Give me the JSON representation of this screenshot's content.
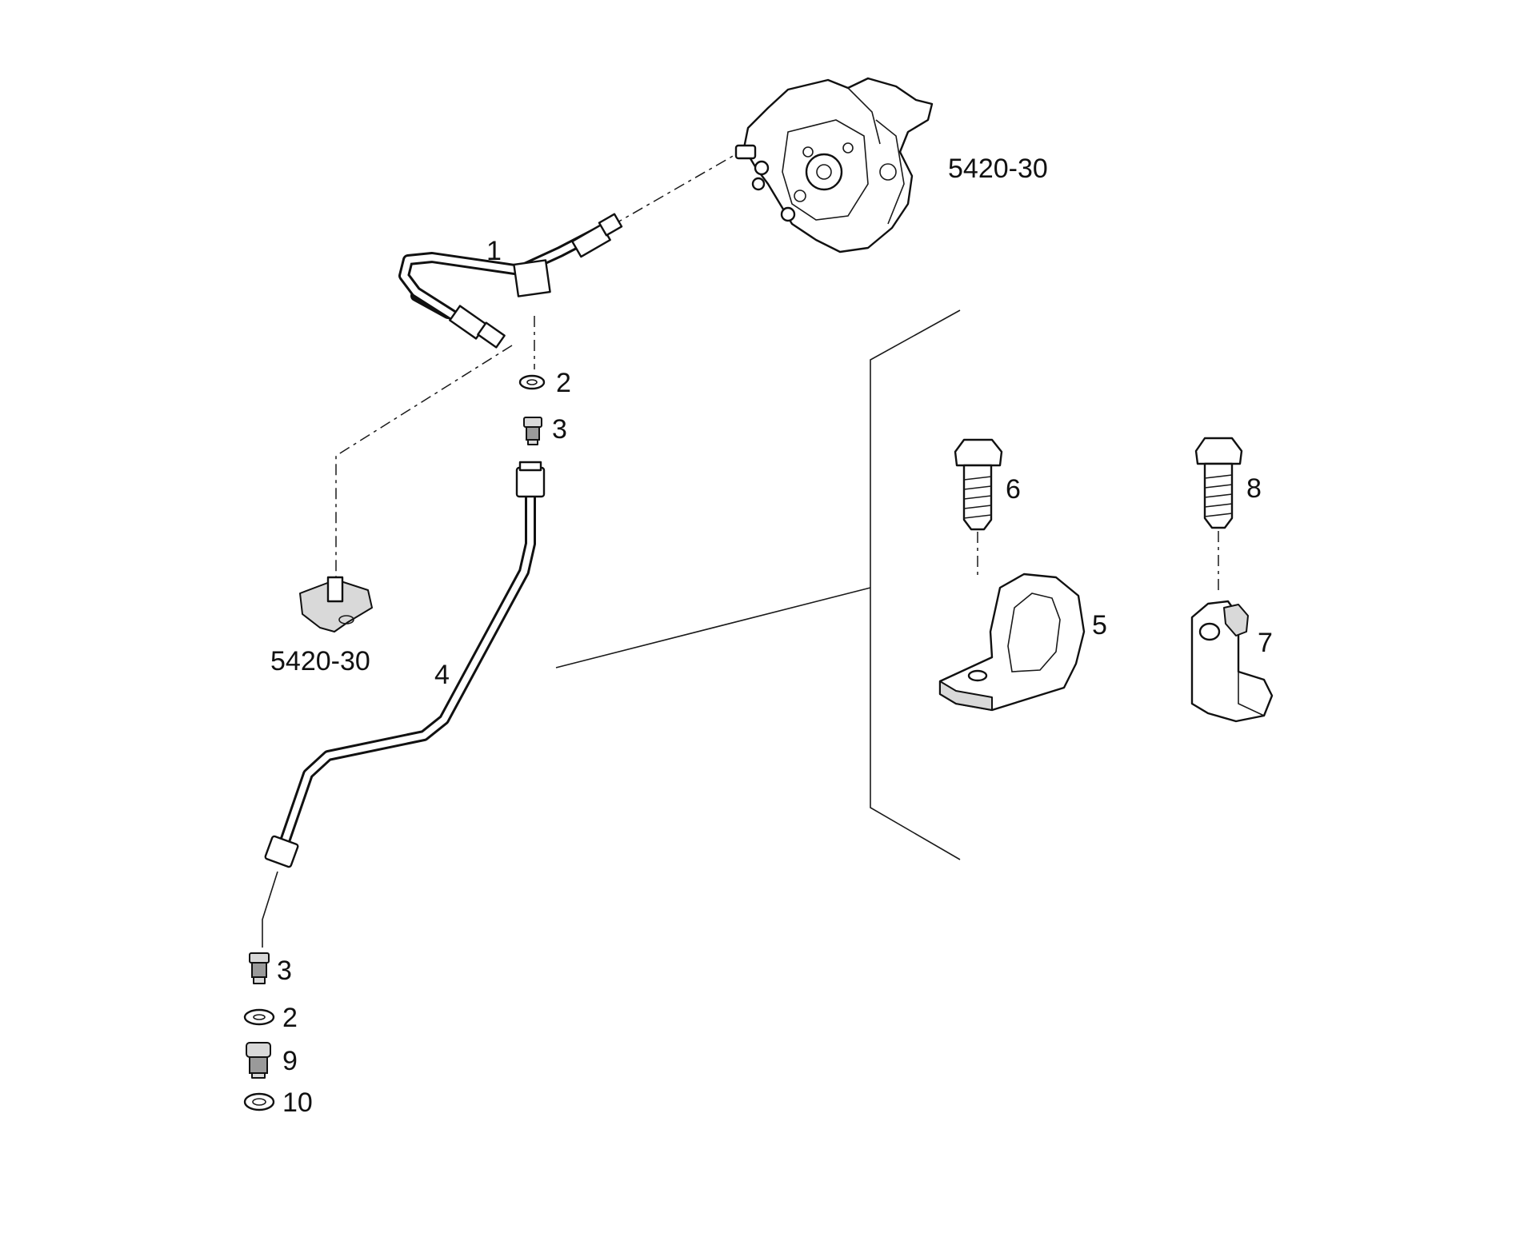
{
  "diagram": {
    "callouts": {
      "pump_ref": "5420-30",
      "base_ref": "5420-30",
      "p1": "1",
      "p2_top": "2",
      "p3_top": "3",
      "p4": "4",
      "p5": "5",
      "p6": "6",
      "p7": "7",
      "p8": "8",
      "p3_bottom": "3",
      "p2_bottom": "2",
      "p9": "9",
      "p10": "10"
    },
    "colors": {
      "ink": "#111111",
      "background": "#ffffff",
      "shade": "#d9d9d9"
    }
  }
}
